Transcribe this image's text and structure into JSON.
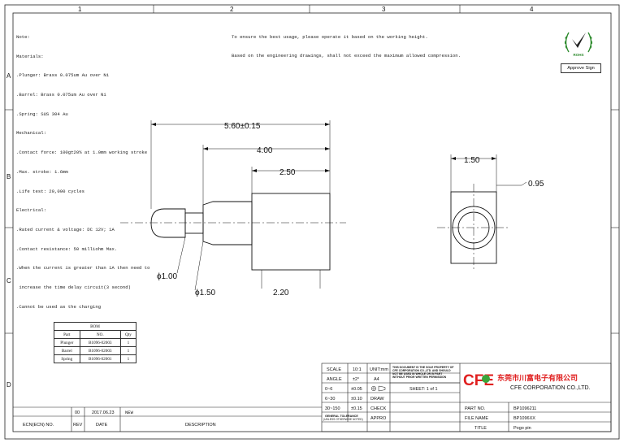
{
  "frame": {
    "col_labels": [
      "1",
      "2",
      "3",
      "4"
    ],
    "row_labels": [
      "A",
      "B",
      "C",
      "D"
    ]
  },
  "notes": [
    "Note:",
    "Materials:",
    ".Plunger: Brass 0.075um Au over Ni",
    ".Barrel: Brass 0.075um Au over Ni",
    ".Spring: SUS 304 Au",
    "Mechanical:",
    ".Contact force: 100g±20% at 1.0mm working stroke",
    ".Max. stroke: 1.6mm",
    ".Life test: 20,000 cycles",
    "Electrical:",
    ".Rated current & voltage: DC 12V; 1A",
    ".Contact resistance: 50 milliohm Max.",
    ".When the current is greater than 1A then need to",
    " increase the time delay circuit(3 second)",
    ".Cannot be used as the charging"
  ],
  "top_note": [
    "To ensure the best usage, please operate it based on the working height.",
    "Based on the engineering drawings, shall not exceed the maximum allowed compression."
  ],
  "logo": {
    "badge_text": "ROHS",
    "approve_label": "Approve Sign"
  },
  "dimensions": {
    "overall": "5.60±0.15",
    "barrel_to_tip": "4.00",
    "barrel": "2.50",
    "tip_dia": "ϕ1.00",
    "plunger_dia": "ϕ1.50",
    "barrel_dia": "2.20",
    "end_width": "1.50",
    "end_inner": "0.95"
  },
  "bom": {
    "title": "BOM",
    "headers": [
      "Part",
      "NO.",
      "Qty"
    ],
    "rows": [
      [
        "Plunger",
        "B1096-02003",
        "1"
      ],
      [
        "Barrel",
        "B1096-02003",
        "1"
      ],
      [
        "Spring",
        "B1096-02001",
        "1"
      ]
    ]
  },
  "revision": {
    "rev": "00",
    "date": "2017.06.23",
    "desc": "NEW",
    "col_ecn": "ECN(ECN) NO.",
    "col_rev": "REV",
    "col_date": "DATE",
    "col_desc": "DESCRIPTION"
  },
  "title_block": {
    "scale_label": "SCALE",
    "scale_value": "10:1",
    "unit_label": "UNIT:mm",
    "angle_label": "ANGLE",
    "angle_value": "±2°",
    "paper": "A4",
    "tol_rows": [
      [
        "0~6",
        "±0.05"
      ],
      [
        "6~30",
        "±0.10"
      ],
      [
        "30~150",
        "±0.15"
      ]
    ],
    "draw_label": "DRAW",
    "check_label": "CHECK",
    "approve_label": "APPRO",
    "general_tol": "GENERAL TOLERANCE",
    "general_tol_sub": "(UNLESS OTHERWISE NOTED)",
    "property_note": [
      "THIS DOCUMENT IS THE SOLE PROPERTY OF",
      "CFE CORPORATION CO.,LTD. AND SHOULD",
      "NOT BE USED IN WHOLE OR IN PART",
      "WITHOUT PRIOR WRITTEN PERMISSION"
    ],
    "sheet": "SHEET: 1 of 1",
    "company_cn": "东莞市川富电子有限公司",
    "company_en": "CFE CORPORATION CO.,LTD.",
    "logo_text": "CFE",
    "part_no_label": "PART NO.",
    "part_no": "BP1096211",
    "file_name_label": "FILE NAME",
    "file_name": "BP1096XX",
    "title_label": "TITLE",
    "title": "Pogo pin"
  },
  "colors": {
    "cfe_red": "#e02020",
    "cfe_green": "#3aa53a",
    "rohs_green": "#2e8b2e"
  }
}
